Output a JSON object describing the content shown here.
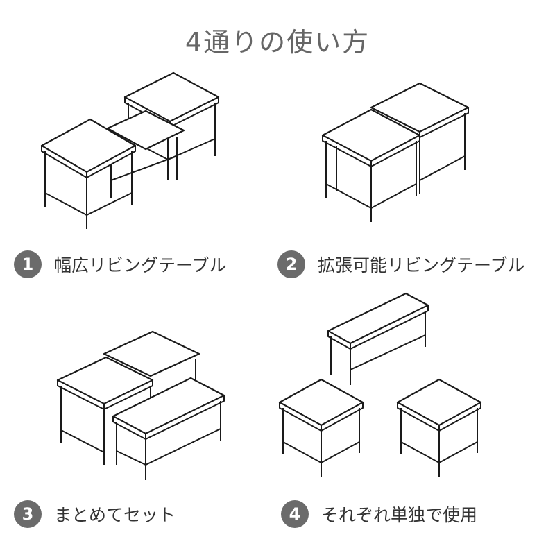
{
  "title": "4通りの使い方",
  "colors": {
    "badge": "#6b6b6b",
    "title": "#666666",
    "text": "#333333",
    "line": "#1a1a1a"
  },
  "items": [
    {
      "number": "1",
      "label": "幅広リビングテーブル"
    },
    {
      "number": "2",
      "label": "拡張可能リビングテーブル"
    },
    {
      "number": "3",
      "label": "まとめてセット"
    },
    {
      "number": "4",
      "label": "それぞれ単独で使用"
    }
  ]
}
